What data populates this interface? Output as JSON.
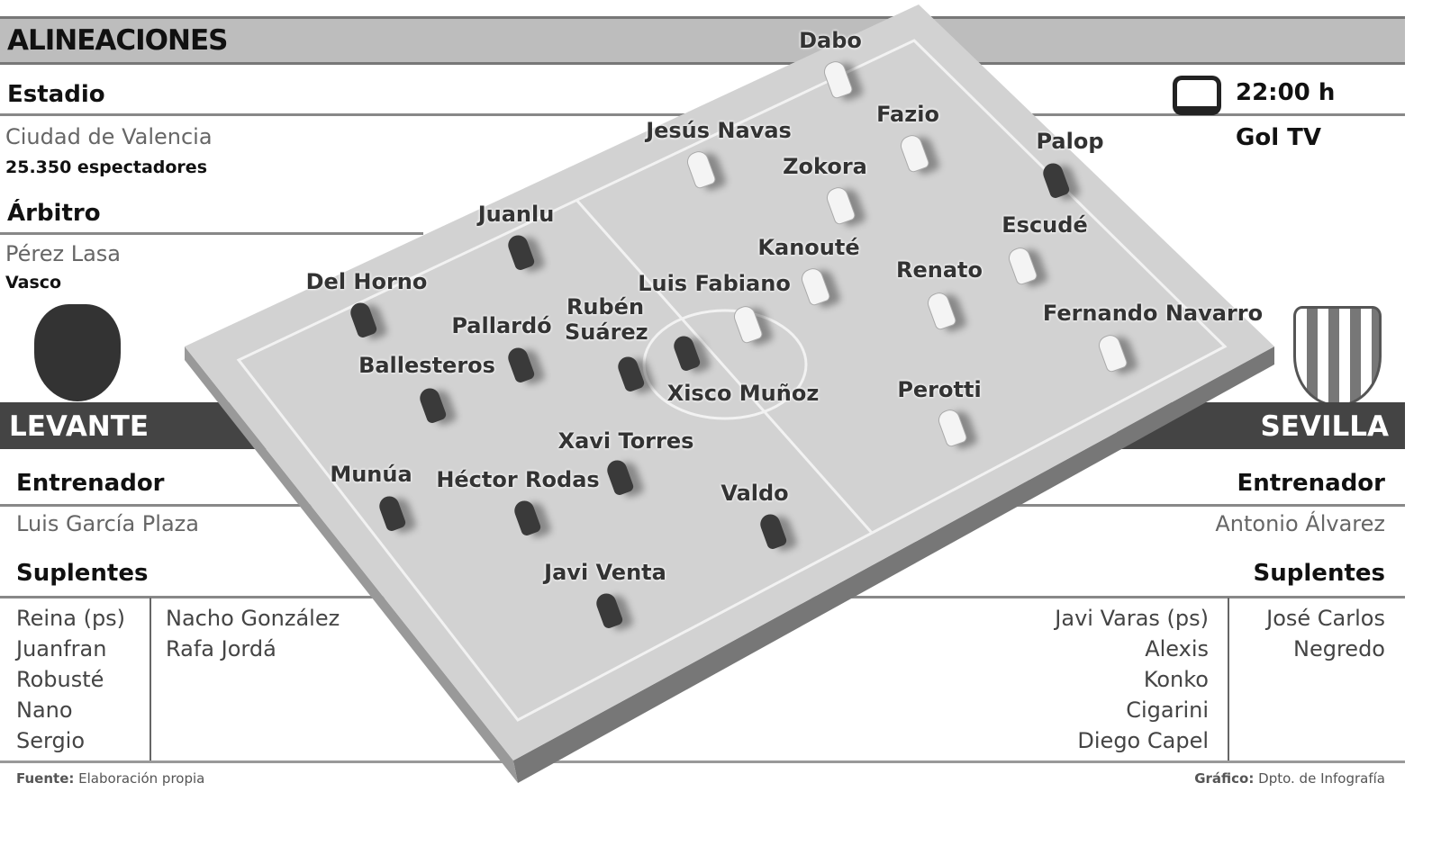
{
  "title": "ALINEACIONES",
  "estadio": {
    "label": "Estadio",
    "name": "Ciudad de Valencia",
    "attendance": "25.350 espectadores"
  },
  "arbitro": {
    "label": "Árbitro",
    "name": "Pérez Lasa",
    "region": "Vasco"
  },
  "broadcast": {
    "time": "22:00 h",
    "channel": "Gol TV",
    "icon": "tv-icon"
  },
  "home": {
    "name": "LEVANTE",
    "coach_label": "Entrenador",
    "coach": "Luis García Plaza",
    "subs_label": "Suplentes",
    "subs_col1": [
      "Reina (ps)",
      "Juanfran",
      "Robusté",
      "Nano",
      "Sergio"
    ],
    "subs_col2": [
      "Nacho González",
      "Rafa Jordá"
    ],
    "players": [
      "Juanlu",
      "Del Horno",
      "Pallardó",
      "Rubén Suárez",
      "Ballesteros",
      "Xisco Muñoz",
      "Munúa",
      "Héctor Rodas",
      "Xavi Torres",
      "Valdo",
      "Javi Venta"
    ]
  },
  "away": {
    "name": "SEVILLA",
    "coach_label": "Entrenador",
    "coach": "Antonio Álvarez",
    "subs_label": "Suplentes",
    "subs_col1": [
      "Javi Varas (ps)",
      "Alexis",
      "Konko",
      "Cigarini",
      "Diego Capel"
    ],
    "subs_col2": [
      "José Carlos",
      "Negredo"
    ],
    "players": [
      "Dabo",
      "Jesús Navas",
      "Fazio",
      "Zokora",
      "Palop",
      "Escudé",
      "Kanouté",
      "Renato",
      "Luis Fabiano",
      "Fernando Navarro",
      "Perotti"
    ]
  },
  "footer": {
    "source_label": "Fuente:",
    "source": "Elaboración propia",
    "graphic_label": "Gráfico:",
    "graphic": "Dpto. de Infografía"
  }
}
